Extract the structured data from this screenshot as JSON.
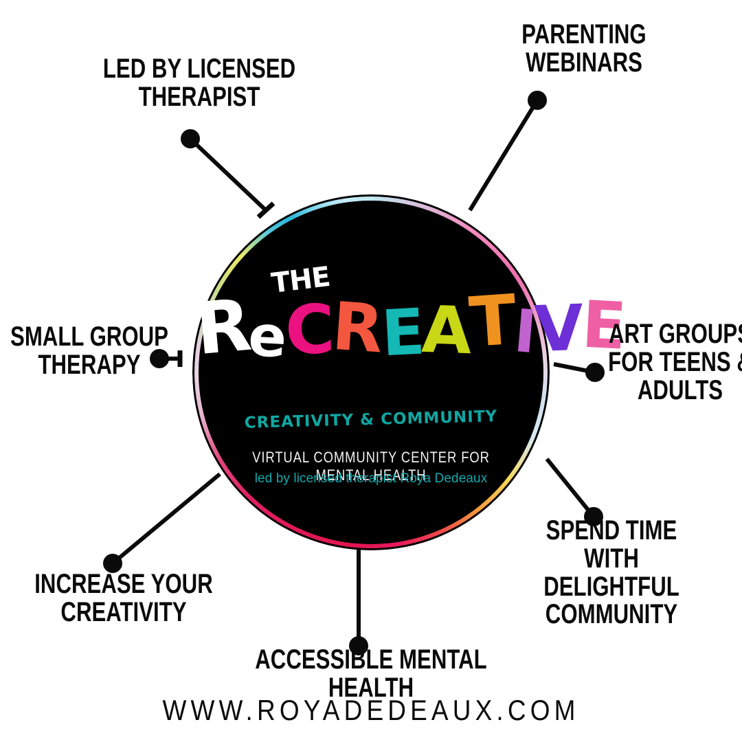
{
  "page": {
    "background_color": "#ffffff",
    "text_color": "#0a0a0a"
  },
  "badge": {
    "background_color": "#000000",
    "logo": {
      "the": "THE",
      "letters": [
        {
          "char": "R",
          "color": "#ffffff"
        },
        {
          "char": "e",
          "color": "#ffffff"
        },
        {
          "char": "C",
          "color": "#ec1180"
        },
        {
          "char": "R",
          "color": "#f4573f"
        },
        {
          "char": "E",
          "color": "#14b8b4"
        },
        {
          "char": "A",
          "color": "#c8d716"
        },
        {
          "char": "T",
          "color": "#f0921f"
        },
        {
          "char": "I",
          "color": "#c163cf"
        },
        {
          "char": "V",
          "color": "#6d2fd6"
        },
        {
          "char": "E",
          "color": "#ef5fa4"
        }
      ],
      "wordmark": "ReCREATIVE",
      "tagline": "CREATIVITY & COMMUNITY",
      "tagline_color": "#0fa7a3"
    },
    "subtitle_primary": "VIRTUAL COMMUNITY CENTER FOR MENTAL HEALTH",
    "subtitle_primary_color": "#f2f2f2",
    "subtitle_secondary": "led by licensed therapist Roya Dedeaux",
    "subtitle_secondary_color": "#11a9ae",
    "ring_colors": [
      "#bfe9f2",
      "#f48fc0",
      "#f06fae",
      "#e9d7e6",
      "#d6e9f4",
      "#f6d95a",
      "#f59b3c",
      "#ef4a4a",
      "#e8175d",
      "#e2154f",
      "#e31f63",
      "#e4457f",
      "#e7b6cf",
      "#c3dba8",
      "#eae86a",
      "#29b6d8",
      "#9fdff0"
    ]
  },
  "callouts": [
    {
      "id": "therapist",
      "text": "LED BY LICENSED\nTHERAPIST"
    },
    {
      "id": "webinars",
      "text": "PARENTING\nWEBINARS"
    },
    {
      "id": "smallgroup",
      "text": "SMALL GROUP\nTHERAPY"
    },
    {
      "id": "artgroups",
      "text": "ART GROUPS\nFOR TEENS &\nADULTS"
    },
    {
      "id": "increase",
      "text": "INCREASE YOUR\nCREATIVITY"
    },
    {
      "id": "spendtime",
      "text": "SPEND TIME\nWITH\nDELIGHTFUL\nCOMMUNITY"
    },
    {
      "id": "accessible",
      "text": "ACCESSIBLE MENTAL HEALTH"
    }
  ],
  "footer": {
    "url": "WWW.ROYADEDEAUX.COM"
  }
}
